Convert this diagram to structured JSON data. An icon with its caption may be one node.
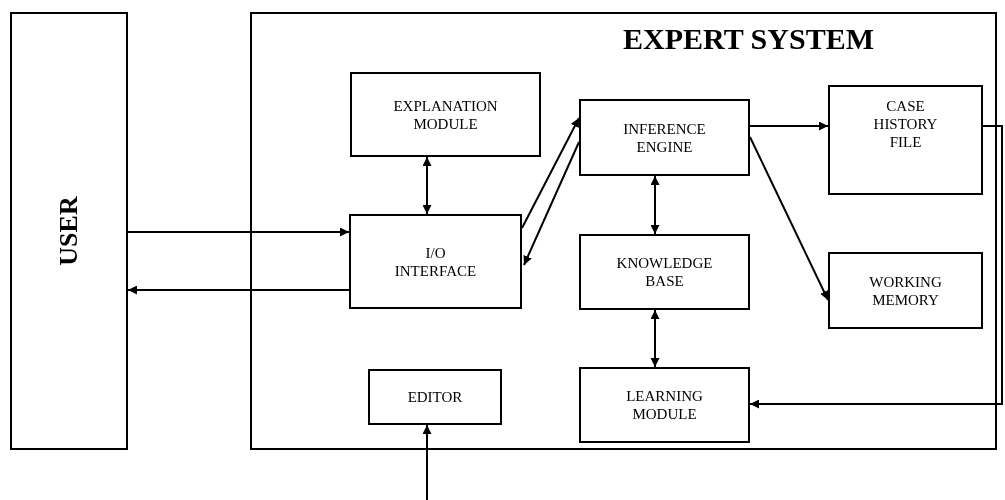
{
  "diagram": {
    "nodes": [
      {
        "text": [
          "USER"
        ]
      },
      {
        "text": [
          "EXPERT SYSTEM"
        ]
      },
      {
        "text": [
          "EXPLANATION MODULE"
        ],
        "in": 1
      },
      {
        "text": [
          "INFERENCE ENGINE"
        ],
        "in": 1
      },
      {
        "text": [
          "CASE HISTORY FILE"
        ],
        "in": 1
      },
      {
        "text": [
          "I/O INTERFACE"
        ],
        "in": 1
      },
      {
        "text": [
          "KNOWLEDGE BASE"
        ],
        "in": 1
      },
      {
        "text": [
          "WORKING MEMORY"
        ],
        "in": 1
      },
      {
        "text": [
          "EDITOR"
        ],
        "in": 1
      },
      {
        "text": [
          "LEARNING MODULE"
        ],
        "in": 1
      }
    ],
    "edges": [
      {
        "from": 0,
        "to": 5,
        "arrow": "to"
      },
      {
        "from": 5,
        "to": 0,
        "arrow": "to"
      },
      {
        "from": 2,
        "to": 5,
        "arrow": "both"
      },
      {
        "from": 5,
        "to": 3,
        "arrow": "to"
      },
      {
        "from": 3,
        "to": 5,
        "arrow": "to"
      },
      {
        "from": 3,
        "to": 4,
        "arrow": "to"
      },
      {
        "from": 3,
        "to": 6,
        "arrow": "both"
      },
      {
        "from": 3,
        "to": 7,
        "arrow": "to"
      },
      {
        "from": 6,
        "to": 9,
        "arrow": "both"
      },
      {
        "from": 4,
        "to": 9,
        "arrow": "to"
      },
      {
        "from": null,
        "to": 8,
        "arrow": "to"
      }
    ]
  }
}
